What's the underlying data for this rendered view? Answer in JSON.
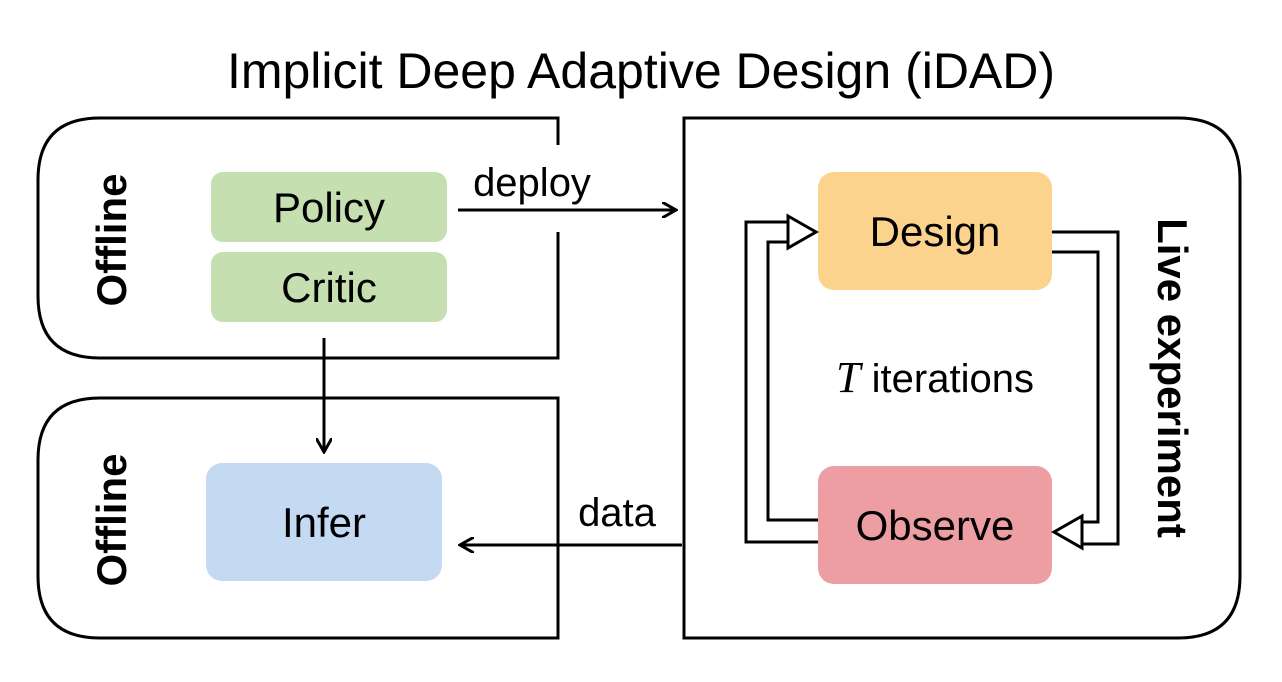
{
  "title": "Implicit Deep Adaptive Design (iDAD)",
  "panels": {
    "top_left_label": "Offline",
    "bottom_left_label": "Offline",
    "right_label": "Live experiment"
  },
  "nodes": {
    "policy": "Policy",
    "critic": "Critic",
    "infer": "Infer",
    "design": "Design",
    "observe": "Observe"
  },
  "edges": {
    "deploy": "deploy",
    "data": "data"
  },
  "loop": {
    "variable": "T",
    "text": " iterations"
  },
  "colors": {
    "policy_critic_fill": "#c5dfb0",
    "infer_fill": "#c4d9f2",
    "design_fill": "#fbd38d",
    "observe_fill": "#ec9ea3"
  }
}
